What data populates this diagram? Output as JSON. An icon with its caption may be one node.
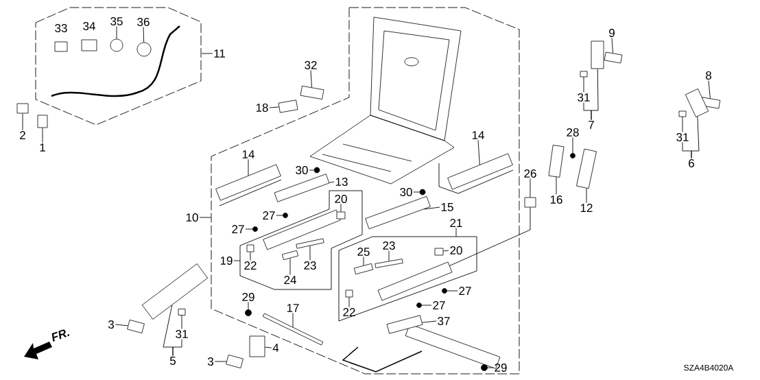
{
  "diagram": {
    "nodes": [
      {
        "text": [
          "35"
        ]
      },
      {
        "text": [
          "36"
        ]
      },
      {
        "text": [
          "9"
        ]
      },
      {
        "text": [
          "11"
        ]
      },
      {
        "text": [
          "32"
        ]
      },
      {
        "text": [
          "8"
        ]
      },
      {
        "text": [
          "31"
        ]
      },
      {
        "text": [
          "18"
        ]
      },
      {
        "text": [
          "7"
        ]
      },
      {
        "text": [
          "28"
        ]
      },
      {
        "text": [
          "2"
        ]
      },
      {
        "text": [
          "31"
        ]
      },
      {
        "text": [
          "14"
        ]
      },
      {
        "text": [
          "1"
        ]
      },
      {
        "text": [
          "14"
        ]
      },
      {
        "text": [
          "6"
        ]
      },
      {
        "text": [
          "30"
        ]
      },
      {
        "text": [
          "26"
        ]
      },
      {
        "text": [
          "13"
        ]
      },
      {
        "text": [
          "30"
        ]
      },
      {
        "text": [
          "16"
        ]
      },
      {
        "text": [
          "20"
        ]
      },
      {
        "text": [
          "15"
        ]
      },
      {
        "text": [
          "12"
        ]
      },
      {
        "text": [
          "27"
        ]
      },
      {
        "text": [
          "10"
        ]
      },
      {
        "text": [
          "21"
        ]
      },
      {
        "text": [
          "27"
        ]
      },
      {
        "text": [
          "23"
        ]
      },
      {
        "text": [
          "20"
        ]
      },
      {
        "text": [
          "25"
        ]
      },
      {
        "text": [
          "19"
        ]
      },
      {
        "text": [
          "22"
        ]
      },
      {
        "text": [
          "23"
        ]
      },
      {
        "text": [
          "24"
        ]
      },
      {
        "text": [
          "27"
        ]
      },
      {
        "text": [
          "29"
        ]
      },
      {
        "text": [
          "27"
        ]
      },
      {
        "text": [
          "17"
        ]
      },
      {
        "text": [
          "22"
        ]
      },
      {
        "text": [
          "37"
        ]
      },
      {
        "text": [
          "3"
        ]
      },
      {
        "text": [
          "31"
        ]
      },
      {
        "text": [
          "4"
        ]
      },
      {
        "text": [
          "5"
        ]
      },
      {
        "text": [
          "3"
        ]
      },
      {
        "text": [
          "29"
        ]
      },
      {
        "text": [],
        "shape": "circle"
      },
      {
        "text": [],
        "shape": "circle"
      },
      {
        "text": [],
        "shape": "box"
      },
      {
        "text": [],
        "shape": "box"
      },
      {
        "text": [],
        "shape": "box"
      },
      {
        "text": [],
        "shape": "box"
      },
      {
        "text": [],
        "shape": "box"
      },
      {
        "text": [],
        "shape": "box"
      },
      {
        "text": [],
        "shape": "circle"
      },
      {
        "text": [],
        "shape": "box"
      },
      {
        "text": [],
        "shape": "box"
      },
      {
        "text": [],
        "shape": "box"
      },
      {
        "text": [],
        "shape": "box"
      },
      {
        "text": [],
        "shape": "box"
      },
      {
        "text": [],
        "shape": "box"
      },
      {
        "text": [],
        "shape": "circle"
      },
      {
        "text": [],
        "shape": "box"
      },
      {
        "text": [],
        "shape": "box"
      },
      {
        "text": [],
        "shape": "circle"
      },
      {
        "text": [],
        "shape": "box"
      },
      {
        "text": [],
        "shape": "box"
      },
      {
        "text": [],
        "shape": "box"
      },
      {
        "text": [],
        "shape": "box"
      },
      {
        "text": [],
        "shape": "circle"
      },
      {
        "text": [],
        "shape": "circle"
      },
      {
        "text": [],
        "shape": "box"
      },
      {
        "text": [],
        "shape": "box"
      },
      {
        "text": [],
        "shape": "box"
      },
      {
        "text": [],
        "shape": "box"
      },
      {
        "text": [],
        "shape": "box"
      },
      {
        "text": [],
        "shape": "box"
      },
      {
        "text": [],
        "shape": "circle"
      },
      {
        "text": [],
        "shape": "circle"
      },
      {
        "text": [],
        "shape": "circle"
      },
      {
        "text": [],
        "shape": "box"
      },
      {
        "text": [],
        "shape": "box"
      },
      {
        "text": [],
        "shape": "box"
      },
      {
        "text": [],
        "shape": "box"
      },
      {
        "text": [],
        "shape": "box"
      },
      {
        "text": [],
        "shape": "box"
      },
      {
        "text": [],
        "shape": "box"
      },
      {
        "text": [],
        "shape": "box"
      },
      {
        "text": [],
        "shape": "circle"
      },
      {
        "text": [],
        "shape": "box"
      }
    ],
    "edges": [
      {
        "from": 0,
        "to": 47,
        "arrow": "none"
      },
      {
        "from": 1,
        "to": 48,
        "arrow": "none"
      },
      {
        "from": 2,
        "to": 49,
        "arrow": "none"
      },
      {
        "from": 3,
        "to": null,
        "arrow": "none"
      },
      {
        "from": 4,
        "to": 50,
        "arrow": "none"
      },
      {
        "from": 5,
        "to": 51,
        "arrow": "none"
      },
      {
        "from": 6,
        "to": 52,
        "arrow": "none"
      },
      {
        "from": 7,
        "to": 53,
        "arrow": "none"
      },
      {
        "from": 8,
        "to": 54,
        "arrow": "none"
      },
      {
        "from": 9,
        "to": 55,
        "arrow": "none"
      },
      {
        "from": 10,
        "to": 56,
        "arrow": "none"
      },
      {
        "from": 11,
        "to": 57,
        "arrow": "none"
      },
      {
        "from": 12,
        "to": 58,
        "arrow": "none"
      },
      {
        "from": 13,
        "to": 59,
        "arrow": "none"
      },
      {
        "from": 14,
        "to": 60,
        "arrow": "none"
      },
      {
        "from": 15,
        "to": 61,
        "arrow": "none"
      },
      {
        "from": 16,
        "to": 62,
        "arrow": "none"
      },
      {
        "from": 17,
        "to": 63,
        "arrow": "none"
      },
      {
        "from": 18,
        "to": 64,
        "arrow": "none"
      },
      {
        "from": 19,
        "to": 65,
        "arrow": "none"
      },
      {
        "from": 20,
        "to": 66,
        "arrow": "none"
      },
      {
        "from": 21,
        "to": 67,
        "arrow": "none"
      },
      {
        "from": 22,
        "to": 68,
        "arrow": "none"
      },
      {
        "from": 23,
        "to": 69,
        "arrow": "none"
      },
      {
        "from": 24,
        "to": 70,
        "arrow": "none"
      },
      {
        "from": 25,
        "to": null,
        "arrow": "none"
      },
      {
        "from": 26,
        "to": null,
        "arrow": "none"
      },
      {
        "from": 27,
        "to": 71,
        "arrow": "none"
      },
      {
        "from": 28,
        "to": 72,
        "arrow": "none"
      },
      {
        "from": 29,
        "to": 73,
        "arrow": "none"
      },
      {
        "from": 30,
        "to": 74,
        "arrow": "none"
      },
      {
        "from": 31,
        "to": null,
        "arrow": "none"
      },
      {
        "from": 32,
        "to": 75,
        "arrow": "none"
      },
      {
        "from": 33,
        "to": 76,
        "arrow": "none"
      },
      {
        "from": 34,
        "to": 77,
        "arrow": "none"
      },
      {
        "from": 35,
        "to": 78,
        "arrow": "none"
      },
      {
        "from": 36,
        "to": 79,
        "arrow": "none"
      },
      {
        "from": 37,
        "to": 80,
        "arrow": "none"
      },
      {
        "from": 38,
        "to": 81,
        "arrow": "none"
      },
      {
        "from": 39,
        "to": 82,
        "arrow": "none"
      },
      {
        "from": 40,
        "to": 83,
        "arrow": "none"
      },
      {
        "from": 41,
        "to": 84,
        "arrow": "none"
      },
      {
        "from": 42,
        "to": 85,
        "arrow": "none"
      },
      {
        "from": 43,
        "to": 86,
        "arrow": "none"
      },
      {
        "from": 44,
        "to": 87,
        "arrow": "none"
      },
      {
        "from": 45,
        "to": 88,
        "arrow": "none"
      },
      {
        "from": 46,
        "to": 89,
        "arrow": "none"
      },
      {
        "from": 63,
        "to": 90,
        "arrow": "none"
      },
      {
        "from": 8,
        "to": 6,
        "arrow": "none"
      },
      {
        "from": 15,
        "to": 11,
        "arrow": "none"
      },
      {
        "from": 44,
        "to": 42,
        "arrow": "none"
      }
    ],
    "labels": [
      "33",
      "34",
      "FR.",
      "SZA4B4020A"
    ]
  }
}
